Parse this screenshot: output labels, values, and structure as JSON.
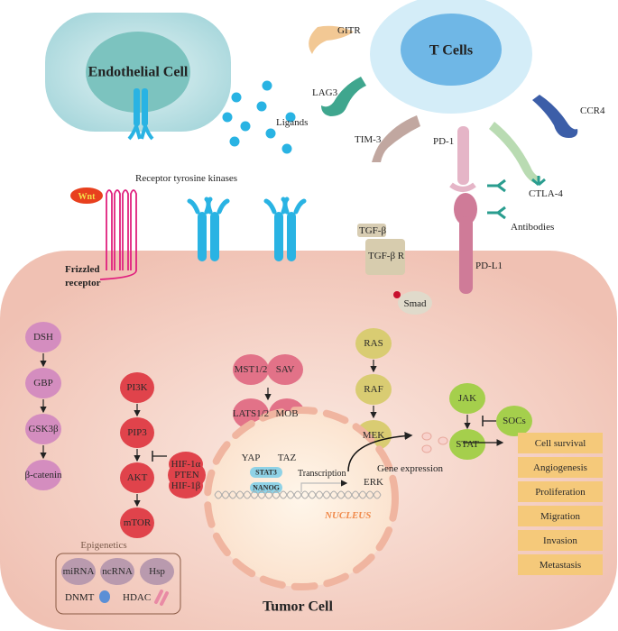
{
  "endothelial": {
    "title": "Endothelial Cell"
  },
  "tcell": {
    "title": "T Cells"
  },
  "labels": {
    "ligands": "Ligands",
    "rtk": "Receptor tyrosine kinases",
    "wnt": "Wnt",
    "frizzled_1": "Frizzled",
    "frizzled_2": "receptor",
    "gitr": "GITR",
    "lag3": "LAG3",
    "tim3": "TIM-3",
    "ccr4": "CCR4",
    "ctla4": "CTLA-4",
    "pd1": "PD-1",
    "antibodies": "Antibodies",
    "pdl1": "PD-L1",
    "tgfb": "TGF-β",
    "tgfbr": "TGF-β R",
    "smad": "Smad",
    "transcription": "Transcription",
    "nucleus": "NUCLEUS",
    "gene_expression": "Gene expression",
    "epigenetics": "Epigenetics",
    "dnmt": "DNMT",
    "hdac": "HDAC",
    "tumor_cell": "Tumor Cell"
  },
  "pathways": {
    "wnt": [
      "DSH",
      "GBP",
      "GSK3β",
      "β-catenin"
    ],
    "pi3k": [
      "PI3K",
      "PIP3",
      "AKT",
      "mTOR"
    ],
    "pten": "PTEN",
    "hippo": [
      "MST1/2",
      "SAV",
      "LATS1/2",
      "MOB",
      "YAP",
      "TAZ"
    ],
    "mapk": [
      "RAS",
      "RAF",
      "MEK",
      "ERK"
    ],
    "jak": [
      "JAK",
      "STAT"
    ],
    "socs": "SOCs",
    "hif": [
      "HIF-1α",
      "HIF-1β"
    ],
    "tf": [
      "STAT3",
      "NANOG"
    ],
    "epigenetic_factors": [
      "miRNA",
      "ncRNA",
      "Hsp"
    ]
  },
  "outcomes": [
    "Cell survival",
    "Angiogenesis",
    "Proliferation",
    "Migration",
    "Invasion",
    "Metastasis"
  ],
  "colors": {
    "wnt_node": "#d48dbf",
    "pi3k_node": "#e0434b",
    "hippo_node": "#e27288",
    "mapk_node": "#d9cc72",
    "jak_node": "#a5cf4c",
    "epi_node": "#b99aae",
    "outcome_box": "#f5c97a",
    "receptor_blue": "#29b3e3",
    "tumor_fill": "#f2c5b8"
  }
}
